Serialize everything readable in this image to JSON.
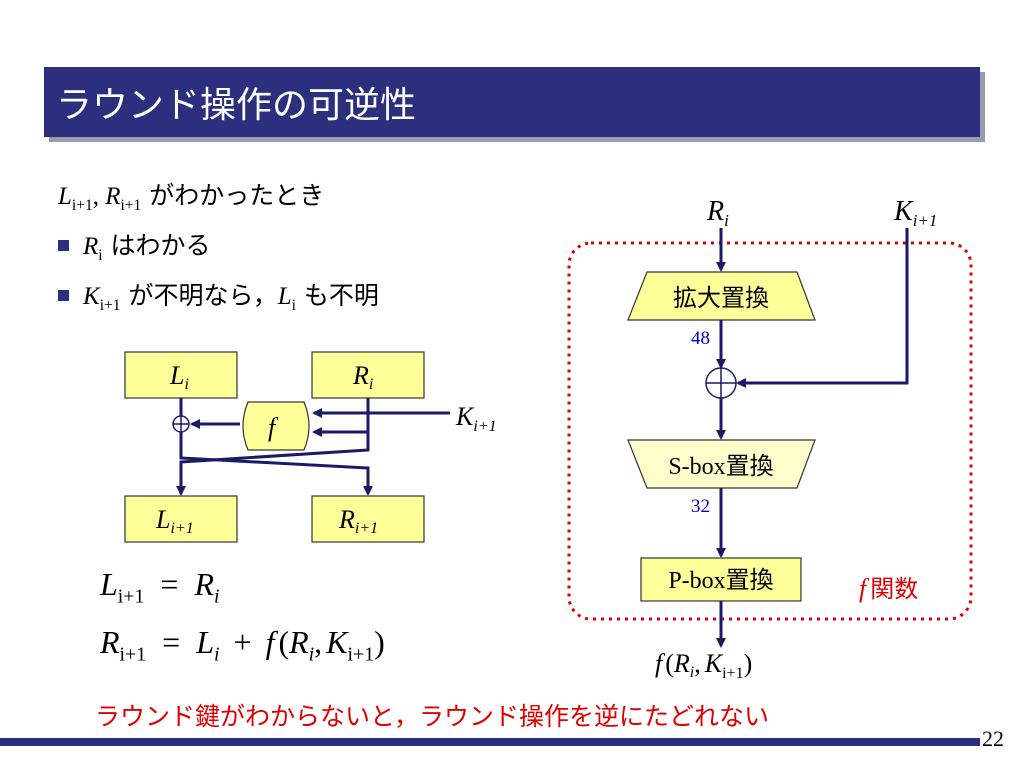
{
  "title": "ラウンド操作の可逆性",
  "page_number": "22",
  "intro": {
    "condition_text": "がわかったとき",
    "bullets": [
      {
        "text": "はわかる"
      },
      {
        "text_before": "が不明なら，",
        "text_after": "も不明"
      }
    ]
  },
  "feistel": {
    "left_in": "L",
    "right_in": "R",
    "left_out": "L",
    "right_out": "R",
    "func": "f",
    "key": "K",
    "sub_i": "i",
    "sub_i1": "i+1"
  },
  "equations": {
    "eq1": {
      "L": "L",
      "eq": "=",
      "R": "R"
    },
    "eq2": {
      "R": "R",
      "eq": "=",
      "L": "L",
      "plus": "+",
      "f": "f",
      "open": "(",
      "comma": ",",
      "K": "K",
      "close": ")"
    }
  },
  "f_function": {
    "input_label": "R",
    "key_label": "K",
    "expansion": "拡大置換",
    "bits_48": "48",
    "sbox": "S-box置換",
    "bits_32": "32",
    "pbox": "P-box置換",
    "box_label_f": "f",
    "box_label": "関数",
    "output_f": "f",
    "output_open": "(",
    "output_R": "R",
    "output_comma": ",",
    "output_K": "K",
    "output_close": ")"
  },
  "bottom_note": "ラウンド鍵がわからないと，ラウンド操作を逆にたどれない",
  "colors": {
    "title_bg": "#2b2f7e",
    "box_fill": "#ffff99",
    "sbox_fill": "#ffffcc",
    "arrow": "#1a1a66",
    "dotted_border": "#dd0000",
    "bit_label": "#0000cc",
    "note_red": "#e00000"
  }
}
